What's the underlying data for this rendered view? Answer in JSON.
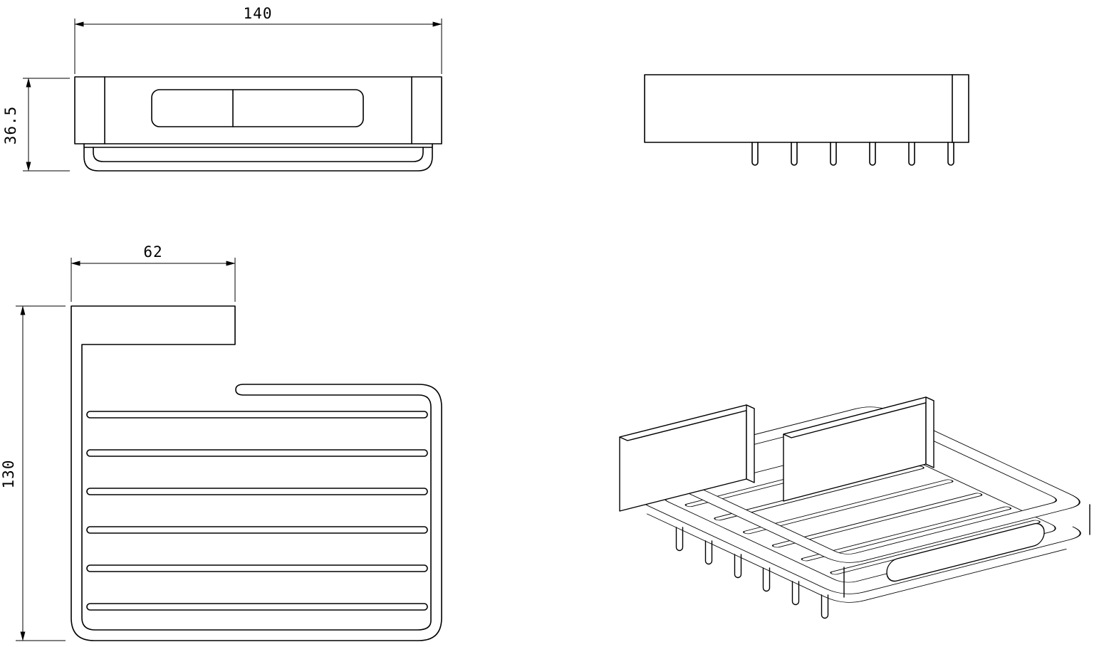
{
  "page": {
    "background": "#ffffff",
    "line_color": "#000000",
    "drawing_subject": "wire-soap-basket"
  },
  "dimensions": {
    "front_width": {
      "value": "140"
    },
    "front_height": {
      "value": "36.5"
    },
    "side_plate_depth": {
      "value": "62"
    },
    "side_height": {
      "value": "130"
    }
  }
}
